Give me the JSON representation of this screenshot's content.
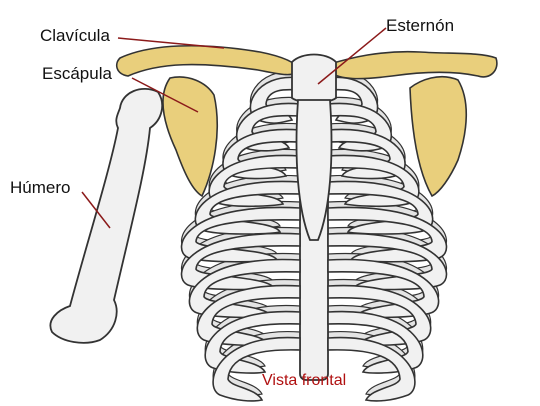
{
  "labels": {
    "clavicle": "Clavícula",
    "scapula": "Escápula",
    "humerus": "Húmero",
    "sternum": "Esternón"
  },
  "caption": "Vista frontal",
  "colors": {
    "bone_fill": "#f1f1f1",
    "bone_outline": "#333333",
    "shoulder_girdle": "#e9cf7c",
    "leader_line": "#8b1a1a",
    "caption": "#b01010"
  }
}
